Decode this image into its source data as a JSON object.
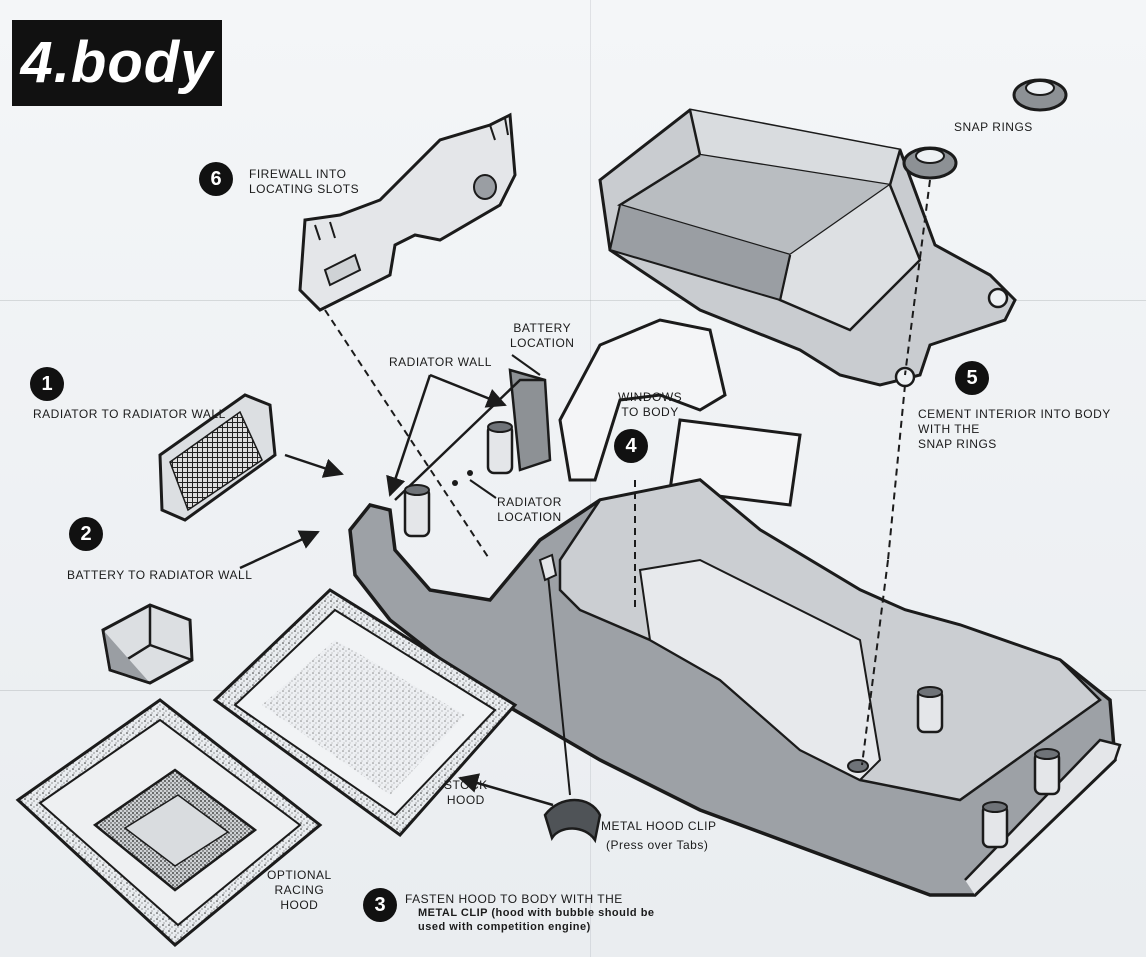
{
  "title": "4.body",
  "steps": {
    "s1": "1",
    "s2": "2",
    "s3": "3",
    "s4": "4",
    "s5": "5",
    "s6": "6"
  },
  "labels": {
    "firewall": "FIREWALL INTO\nLOCATING SLOTS",
    "snap_rings": "SNAP RINGS",
    "battery_location": "BATTERY\nLOCATION",
    "radiator_wall": "RADIATOR WALL",
    "windows_to_body": "WINDOWS\nTO BODY",
    "cement_interior": "CEMENT INTERIOR INTO BODY WITH THE\nSNAP RINGS",
    "radiator_to_wall": "RADIATOR TO RADIATOR WALL",
    "radiator_location": "RADIATOR\nLOCATION",
    "battery_to_wall": "BATTERY TO RADIATOR WALL",
    "stock_hood": "STOCK\nHOOD",
    "metal_hood_clip": "METAL HOOD CLIP",
    "press_over_tabs": "(Press over Tabs)",
    "optional_racing_hood": "OPTIONAL\nRACING\nHOOD",
    "fasten_hood_1": "FASTEN HOOD TO BODY WITH THE",
    "fasten_hood_2": "METAL CLIP (hood with bubble should be",
    "fasten_hood_3": "used with competition engine)"
  },
  "colors": {
    "ink": "#1b1b1b",
    "paper": "#eef1f4",
    "shade": "#9a9ea3",
    "shade_dark": "#6f7378",
    "badge": "#111111"
  }
}
